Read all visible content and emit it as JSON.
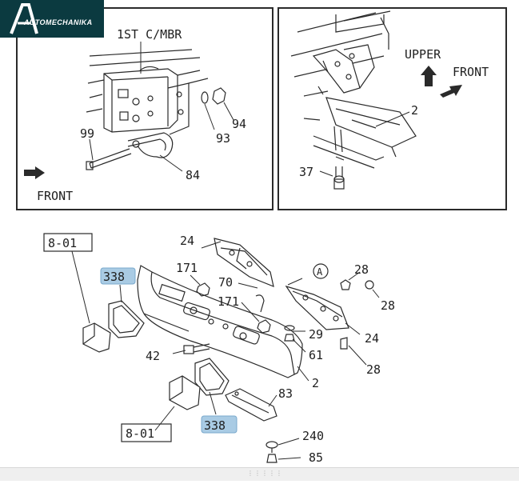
{
  "logo": {
    "text": "AUTOMECHANIKA"
  },
  "detail_left": {
    "label_member": "1ST C/MBR",
    "label_front": "FRONT",
    "callouts": [
      "99",
      "94",
      "93",
      "84"
    ]
  },
  "detail_right": {
    "label_upper": "UPPER",
    "label_front": "FRONT",
    "callouts": [
      "2",
      "37"
    ]
  },
  "main": {
    "ref_top": "8-01",
    "ref_bottom": "8-01",
    "highlight_top": "338",
    "highlight_bottom": "338",
    "circle_marker": "A",
    "callouts": [
      "24",
      "171",
      "70",
      "171",
      "28",
      "28",
      "29",
      "24",
      "61",
      "42",
      "28",
      "2",
      "83",
      "240",
      "85"
    ]
  },
  "colors": {
    "highlight": "#a9cbe4",
    "logo_bg": "#0b3a40",
    "line": "#2a2a2a"
  }
}
